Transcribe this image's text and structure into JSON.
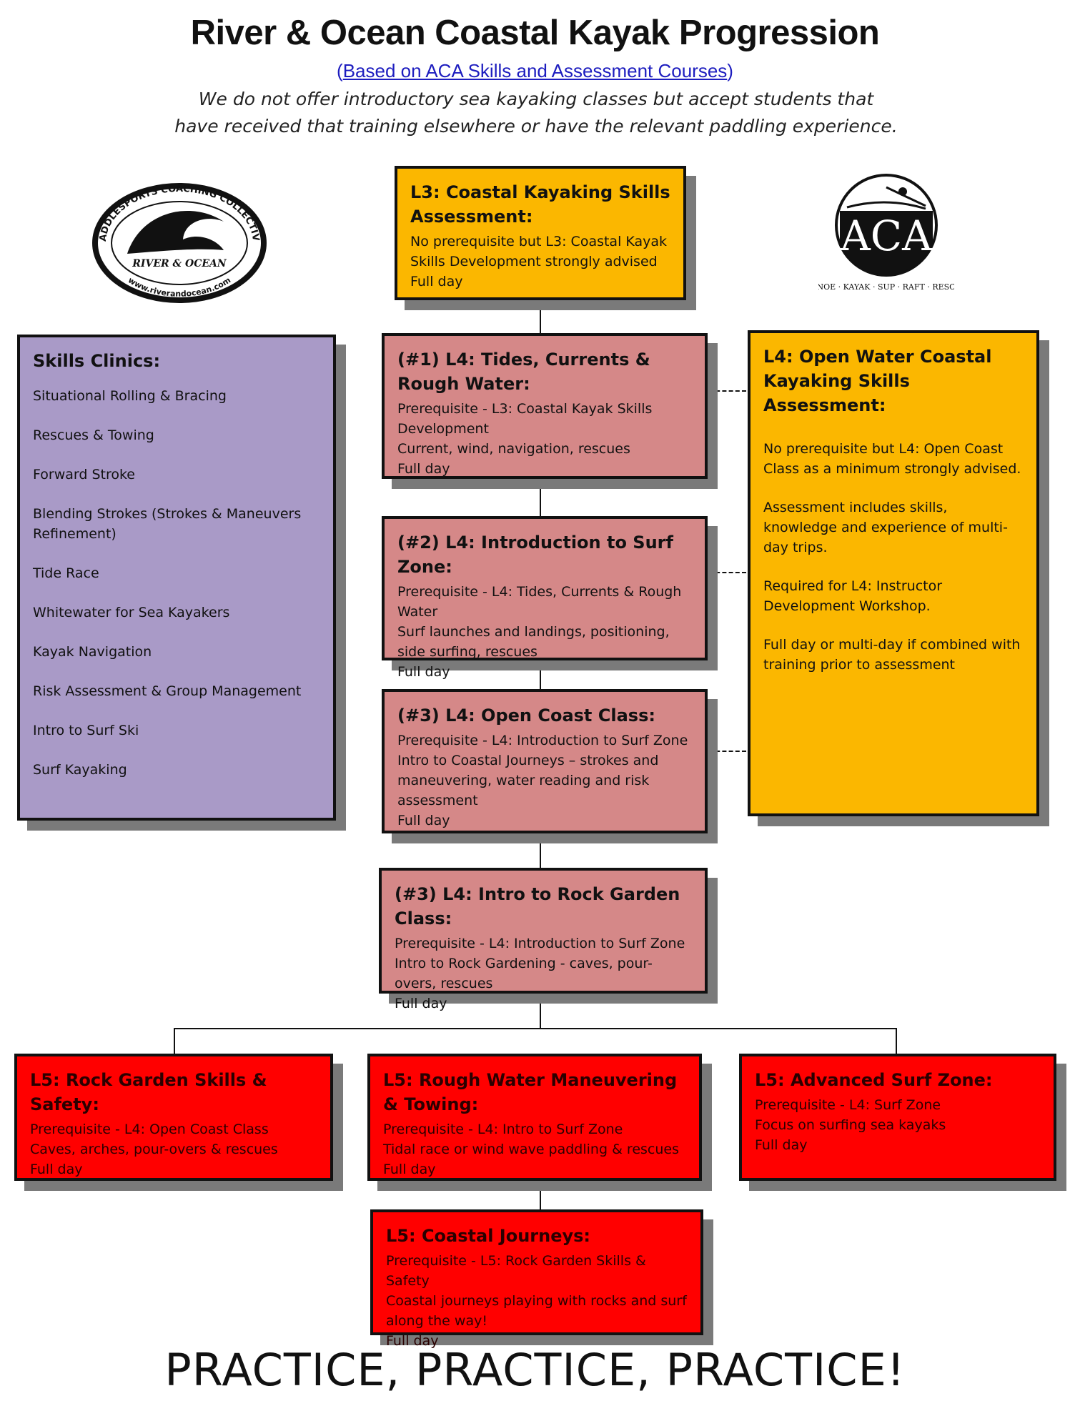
{
  "header": {
    "title": "River & Ocean Coastal Kayak Progression",
    "subtitle_open": "(",
    "subtitle_link": "Based on ACA Skills and Assessment Courses",
    "subtitle_close": ")",
    "intro_line1": "We do not offer introductory sea kayaking classes but accept students that",
    "intro_line2": "have received that training elsewhere or have the relevant paddling experience."
  },
  "logos": {
    "left": {
      "icon": "wave-logo",
      "ring_text": "PADDLESPORTS COACHING COLLECTIVE",
      "inner_text": "RIVER & OCEAN",
      "url_text": "www.riverandocean.com"
    },
    "right": {
      "icon": "kayaker-logo",
      "main_text": "ACA",
      "sub_text": "CANOE · KAYAK · SUP · RAFT · RESCUE"
    }
  },
  "skills_clinics": {
    "heading": "Skills Clinics:",
    "items": [
      "Situational Rolling & Bracing",
      "Rescues & Towing",
      "Forward Stroke",
      "Blending Strokes (Strokes & Maneuvers Refinement)",
      "Tide Race",
      "Whitewater for Sea Kayakers",
      "Kayak Navigation",
      "Risk Assessment & Group Management",
      "Intro to Surf Ski",
      "Surf Kayaking"
    ]
  },
  "l3_box": {
    "heading": "L3: Coastal Kayaking Skills Assessment:",
    "lines": [
      "No prerequisite but L3: Coastal Kayak Skills Development strongly advised",
      "Full day"
    ]
  },
  "l4_steps": [
    {
      "heading": "(#1) L4: Tides, Currents & Rough Water:",
      "lines": [
        "Prerequisite - L3: Coastal Kayak Skills Development",
        "Current, wind, navigation, rescues",
        "Full day"
      ]
    },
    {
      "heading": "(#2) L4: Introduction to Surf Zone:",
      "lines": [
        "Prerequisite - L4: Tides, Currents & Rough Water",
        "Surf launches and landings, positioning, side surfing, rescues",
        "Full day"
      ]
    },
    {
      "heading": "(#3) L4: Open Coast Class:",
      "lines": [
        "Prerequisite - L4: Introduction to Surf Zone",
        "Intro to Coastal Journeys – strokes and maneuvering, water reading and risk assessment",
        "Full day"
      ]
    },
    {
      "heading": "(#3) L4: Intro to Rock Garden Class:",
      "lines": [
        "Prerequisite - L4: Introduction to Surf Zone",
        "Intro to Rock Gardening - caves, pour-overs, rescues",
        "Full day"
      ]
    }
  ],
  "l4_assessment": {
    "heading": "L4: Open Water Coastal Kayaking Skills Assessment:",
    "paragraphs": [
      "No prerequisite but L4: Open Coast Class as a minimum strongly advised.",
      "Assessment includes skills, knowledge and experience of multi-day trips.",
      "Required for L4: Instructor Development Workshop.",
      "Full day or multi-day if combined with training prior to assessment"
    ]
  },
  "l5_boxes": [
    {
      "heading": "L5: Rock Garden Skills & Safety:",
      "lines": [
        "Prerequisite - L4: Open Coast Class",
        "Caves, arches, pour-overs & rescues",
        "Full day"
      ]
    },
    {
      "heading": "L5: Rough Water Maneuvering & Towing:",
      "lines": [
        "Prerequisite - L4: Intro to Surf Zone",
        "Tidal race or wind wave paddling & rescues",
        "Full day"
      ]
    },
    {
      "heading": "L5: Advanced Surf Zone:",
      "lines": [
        "Prerequisite - L4: Surf Zone",
        "Focus on surfing sea kayaks",
        "Full day"
      ]
    },
    {
      "heading": "L5: Coastal Journeys:",
      "lines": [
        "Prerequisite - L5: Rock Garden Skills & Safety",
        "Coastal journeys playing with rocks and surf along the way!",
        "Full day"
      ]
    }
  ],
  "footer": {
    "practice": "PRACTICE, PRACTICE, PRACTICE!"
  },
  "colors": {
    "l3_gold": "#fbb700",
    "l4_rose": "#d58888",
    "l5_red": "#ff0000",
    "clinics_purple": "#a99ac7",
    "link_blue": "#1d1dbf"
  }
}
